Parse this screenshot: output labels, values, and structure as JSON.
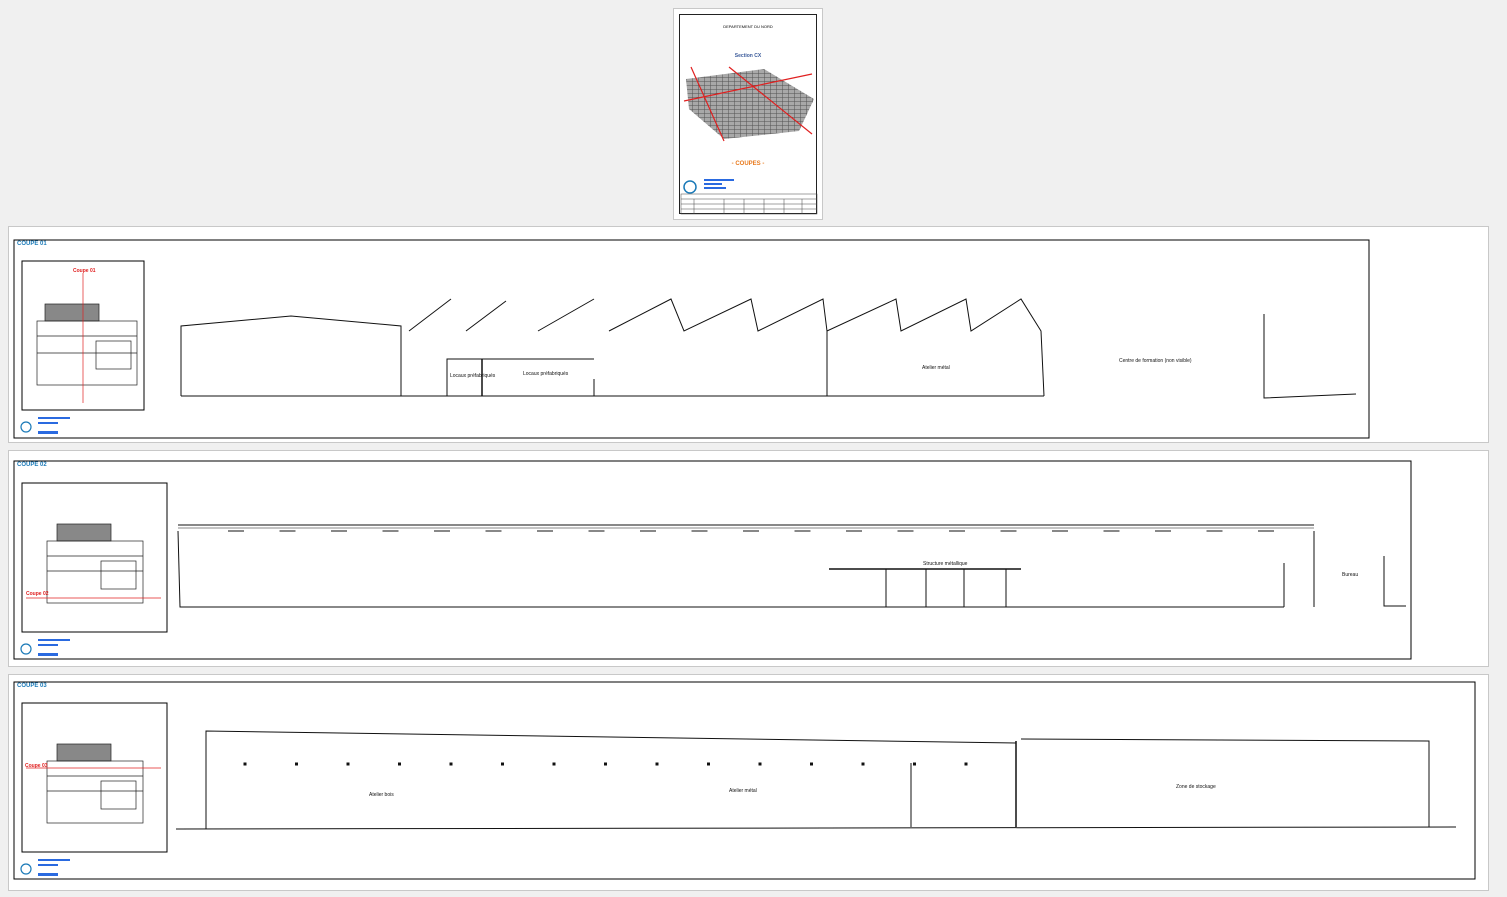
{
  "viewer": {
    "page_count": 4
  },
  "cover": {
    "department": "DEPARTEMENT DU NORD",
    "section": "Section CX",
    "title": "- COUPES -",
    "title_color": "#e87a1e",
    "accent": "#1b7ab8"
  },
  "sheets": [
    {
      "title": "COUPE 01",
      "plan_label": "Coupe 01",
      "labels": [
        "Locaux préfabriqués",
        "Locaux préfabriqués",
        "Atelier métal",
        "Centre de formation (non visible)"
      ]
    },
    {
      "title": "COUPE 02",
      "plan_label": "Coupe 02",
      "labels": [
        "Structure métallique",
        "Bureau"
      ]
    },
    {
      "title": "COUPE 03",
      "plan_label": "Coupe 03",
      "labels": [
        "Atelier bois",
        "Atelier métal",
        "Zone de stockage"
      ]
    }
  ],
  "colors": {
    "section_line": "#e02020",
    "dimension": "#1a2fd0",
    "heading": "#1b7ab8"
  }
}
